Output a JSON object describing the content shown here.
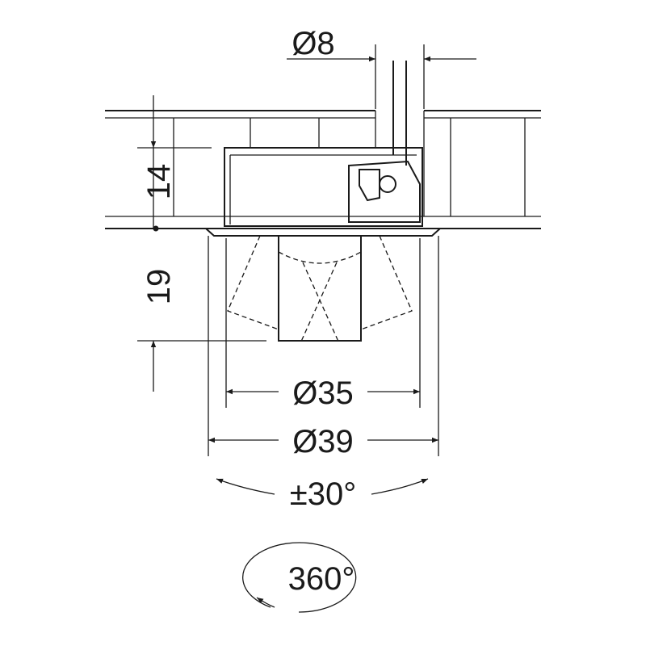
{
  "diagram": {
    "dimensions": {
      "cable_diameter": "Ø8",
      "recess_depth": "14",
      "projection": "19",
      "cutout_diameter": "Ø35",
      "flange_diameter": "Ø39",
      "tilt_angle": "±30°",
      "rotation": "360°"
    },
    "colors": {
      "line": "#1a1a1a",
      "background": "#ffffff"
    }
  }
}
